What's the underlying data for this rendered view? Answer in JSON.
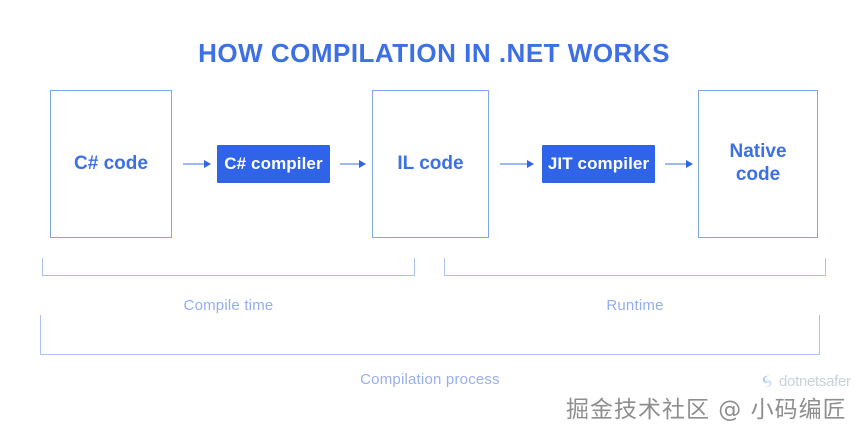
{
  "diagram": {
    "title": "HOW COMPILATION IN .NET WORKS",
    "nodes": [
      {
        "id": "csharp-code",
        "label": "C# code",
        "style": "outline"
      },
      {
        "id": "csharp-compiler",
        "label": "C# compiler",
        "style": "filled"
      },
      {
        "id": "il-code",
        "label": "IL code",
        "style": "outline"
      },
      {
        "id": "jit-compiler",
        "label": "JIT compiler",
        "style": "filled"
      },
      {
        "id": "native-code",
        "label": "Native\ncode",
        "label_line1": "Native",
        "label_line2": "code",
        "style": "outline"
      }
    ],
    "arrows": [
      {
        "from": "csharp-code",
        "to": "csharp-compiler"
      },
      {
        "from": "csharp-compiler",
        "to": "il-code"
      },
      {
        "from": "il-code",
        "to": "jit-compiler"
      },
      {
        "from": "jit-compiler",
        "to": "native-code"
      }
    ],
    "brackets": [
      {
        "id": "compile-time",
        "label": "Compile time",
        "covers": [
          "csharp-code",
          "csharp-compiler",
          "il-code"
        ]
      },
      {
        "id": "runtime",
        "label": "Runtime",
        "covers": [
          "jit-compiler",
          "native-code"
        ]
      },
      {
        "id": "compilation-process",
        "label": "Compilation process",
        "covers": [
          "csharp-code",
          "csharp-compiler",
          "il-code",
          "jit-compiler",
          "native-code"
        ]
      }
    ],
    "colors": {
      "title": "#3d6fe5",
      "box_border": "#7fa5f0",
      "box_text": "#3d6fe5",
      "chip_fill": "#2f63e8",
      "chip_text": "#ffffff",
      "arrow": "#9cb9f3",
      "bracket": "#aac2f5",
      "bracket_label": "#93aef0",
      "background": "#ffffff"
    }
  },
  "watermark": {
    "brand": "dotnetsafer",
    "overlay_text": "掘金技术社区 @ 小码编匠"
  }
}
